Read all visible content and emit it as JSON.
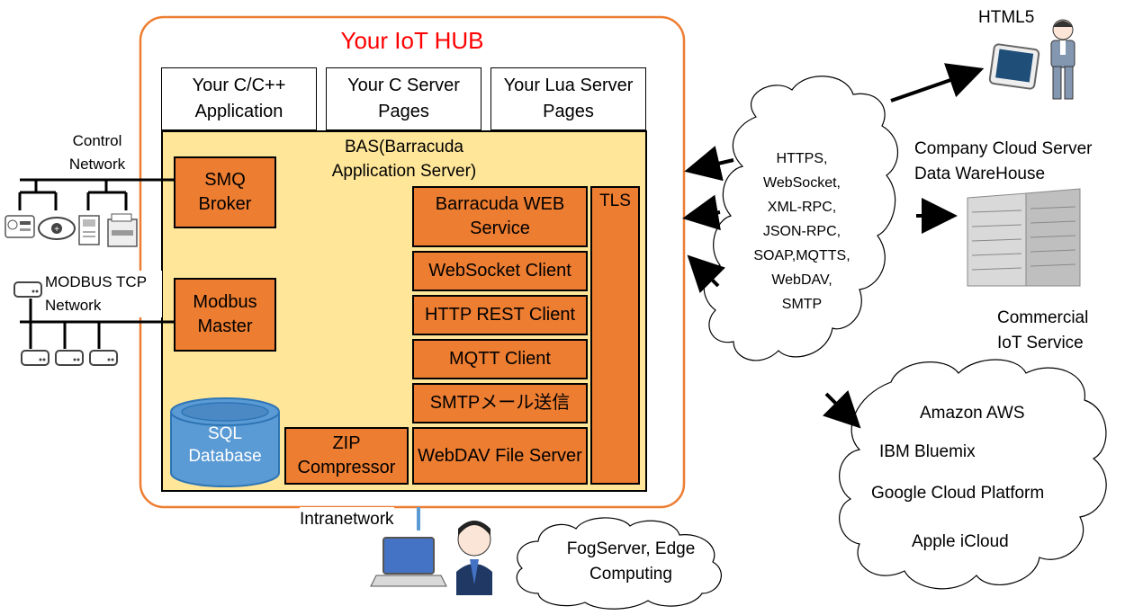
{
  "hub": {
    "title": "Your IoT HUB",
    "apps": [
      "Your C/C++ Application",
      "Your C Server Pages",
      "Your Lua Server Pages"
    ],
    "bas": {
      "title": "BAS(Barracuda Application Server)",
      "smq": "SMQ Broker",
      "modbus": "Modbus Master",
      "sql": "SQL Database",
      "zip": "ZIP Compressor",
      "services": [
        "Barracuda WEB Service",
        "WebSocket Client",
        "HTTP REST Client",
        "MQTT Client",
        "SMTPメール送信",
        "WebDAV File Server"
      ],
      "tls": "TLS"
    }
  },
  "left": {
    "control_network": "Control Network",
    "modbus_network": "MODBUS TCP Network",
    "intranetwork": "Intranetwork"
  },
  "protocols_cloud": [
    "HTTPS,",
    "WebSocket,",
    "XML-RPC,",
    "JSON-RPC,",
    "SOAP,MQTTS,",
    "WebDAV,",
    "SMTP"
  ],
  "right": {
    "html5": "HTML5",
    "company_cloud": "Company Cloud Server Data WareHouse",
    "commercial": "Commercial IoT Service",
    "services": [
      "Amazon AWS",
      "IBM Bluemix",
      "Google Cloud Platform",
      "Apple iCloud"
    ]
  },
  "fog": "FogServer, Edge Computing",
  "icons": [
    "thermometer-device-icon",
    "camera-device-icon",
    "controller-device-icon",
    "printer-device-icon",
    "modbus-device-icon",
    "padlock-icon",
    "key-icon",
    "tablet-icon",
    "person-icon",
    "server-rack-icon",
    "laptop-icon",
    "user-icon"
  ],
  "colors": {
    "hub_border": "#ED7D31",
    "bas_fill": "#FFE699",
    "module_fill": "#ED7D31",
    "title_red": "#FF0000",
    "database_fill": "#5B9BD5"
  }
}
